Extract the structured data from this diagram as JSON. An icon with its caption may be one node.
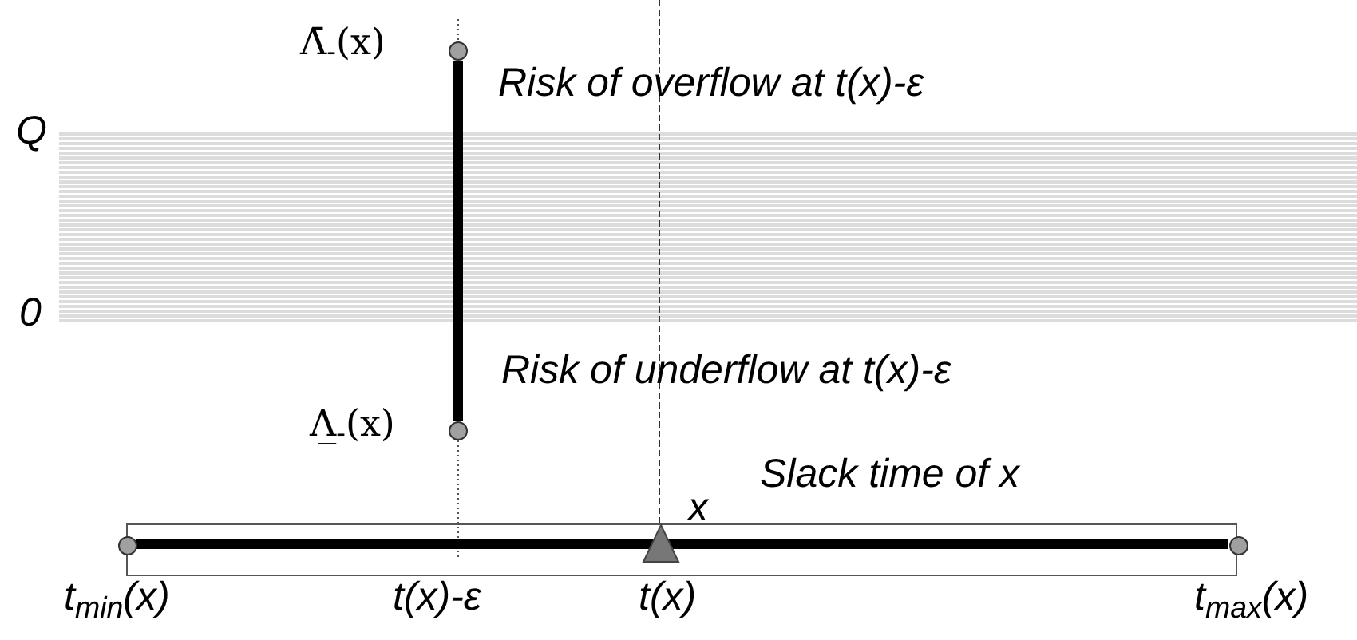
{
  "diagram": {
    "nodes": [
      {
        "text": [],
        "shape": "circle",
        "beside": [
          "Λ̄$_{-}$(x)"
        ]
      },
      {
        "text": [],
        "shape": "circle",
        "beside": [
          "Λ̲$_{-}$(x)"
        ]
      },
      {
        "text": [
          "Slack time of x"
        ]
      },
      {
        "text": [],
        "shape": "circle",
        "in": 2,
        "beside": [
          "t$_{min}$(x)"
        ]
      },
      {
        "text": [],
        "shape": "triangle",
        "in": 2,
        "beside": [
          "x"
        ]
      },
      {
        "text": [],
        "shape": "circle",
        "in": 2,
        "beside": [
          "t$_{max}$(x)"
        ]
      }
    ],
    "edges": [
      {
        "from": 0,
        "to": 1,
        "arrow": "none"
      },
      {
        "from": 3,
        "to": 5,
        "arrow": "none"
      }
    ],
    "labels": [
      "Risk of overflow at t(x)-ε",
      "Q",
      "0",
      "Risk of underflow at t(x)-ε",
      "t(x)-ε",
      "t(x)"
    ]
  }
}
